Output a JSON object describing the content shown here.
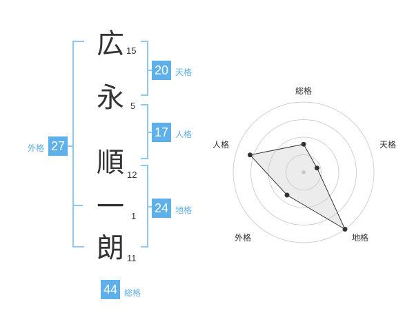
{
  "name": {
    "characters": [
      {
        "char": "広",
        "strokes": "15"
      },
      {
        "char": "永",
        "strokes": "5"
      },
      {
        "char": "順",
        "strokes": "12"
      },
      {
        "char": "一",
        "strokes": "1"
      },
      {
        "char": "朗",
        "strokes": "11"
      }
    ]
  },
  "fortunes": {
    "tenkaku": {
      "value": "20",
      "label": "天格"
    },
    "jinkaku": {
      "value": "17",
      "label": "人格"
    },
    "chikaku": {
      "value": "24",
      "label": "地格"
    },
    "gaikaku": {
      "value": "27",
      "label": "外格"
    },
    "soukaku": {
      "value": "44",
      "label": "総格"
    }
  },
  "colors": {
    "accent": "#5db0ea",
    "bracket": "#8cc8f2",
    "text": "#333333",
    "grid": "#d0d0d0",
    "fill": "#eeeeee"
  },
  "chart_data": {
    "type": "radar",
    "axes": [
      "総格",
      "天格",
      "地格",
      "外格",
      "人格"
    ],
    "values": [
      2,
      1,
      5,
      2,
      4
    ],
    "max": 5,
    "grid": true,
    "rings": 4
  }
}
